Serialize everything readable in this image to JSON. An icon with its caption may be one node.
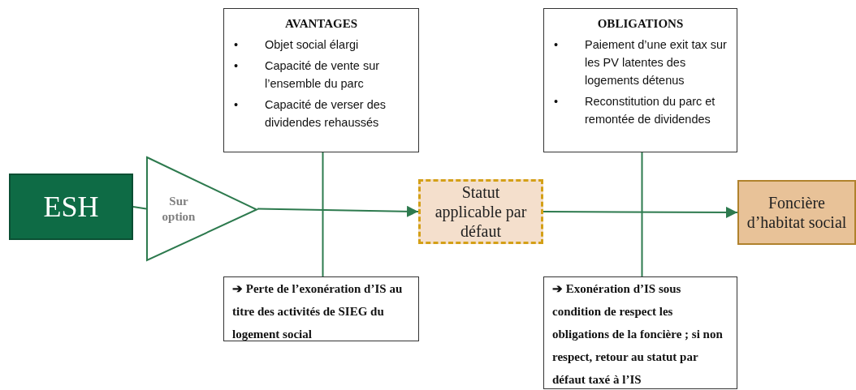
{
  "diagram": {
    "nodes": [
      {
        "text": [
          "ESH"
        ]
      },
      {
        "text": [
          "Sur option"
        ]
      },
      {
        "text": [
          "AVANTAGES",
          "•",
          "Objet social élargi",
          "•",
          "Capacité de vente sur l’ensemble du parc",
          "•",
          "Capacité de verser des dividendes rehaussés"
        ]
      },
      {
        "text": [
          "➔ Perte de l’exonération d’IS au titre des activités de SIEG du logement social"
        ]
      },
      {
        "text": [
          "Statut applicable par défaut"
        ]
      },
      {
        "text": [
          "OBLIGATIONS",
          "•",
          "Paiement d’une exit tax sur les PV latentes des logements détenus",
          "•",
          "Reconstitution du parc et remontée de dividendes"
        ]
      },
      {
        "text": [
          "➔ Exonération d’IS sous condition de respect les obligations de la foncière ; si non respect, retour au statut par défaut taxé à l’IS"
        ]
      },
      {
        "text": [
          "Foncière d’habitat social"
        ]
      }
    ],
    "edges": [
      {
        "from": 0,
        "to": 1,
        "arrow": "none"
      },
      {
        "from": 1,
        "to": 4,
        "arrow": "to"
      },
      {
        "from": 4,
        "to": 7,
        "arrow": "to"
      },
      {
        "from": 2,
        "to": 3,
        "arrow": "none"
      },
      {
        "from": 5,
        "to": 6,
        "arrow": "none"
      }
    ]
  }
}
